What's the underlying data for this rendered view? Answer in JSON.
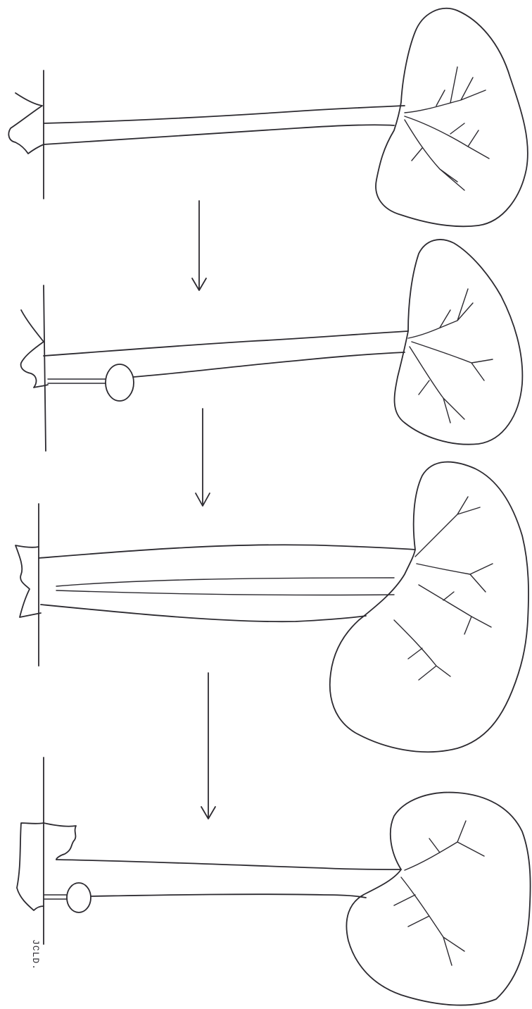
{
  "figure": {
    "signature": "JCLD.",
    "stages": [
      "stage-1",
      "stage-2",
      "stage-3",
      "stage-4"
    ],
    "ink_color": "#2c2a30",
    "background": "#ffffff"
  }
}
